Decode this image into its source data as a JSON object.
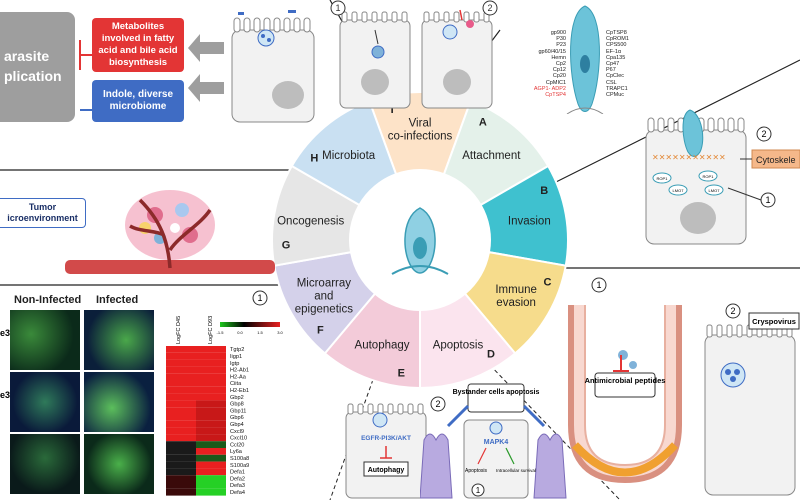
{
  "wheel": {
    "segments": [
      {
        "letter": "I",
        "label": "Viral co-infections",
        "color": "#fde3c8"
      },
      {
        "letter": "A",
        "label": "Attachment",
        "color": "#e4f1ea"
      },
      {
        "letter": "B",
        "label": "Invasion",
        "color": "#3fc1cf"
      },
      {
        "letter": "C",
        "label": "Immune evasion",
        "color": "#f6dc8c"
      },
      {
        "letter": "D",
        "label": "Apoptosis",
        "color": "#fbe4ee"
      },
      {
        "letter": "E",
        "label": "Autophagy",
        "color": "#f3cbd9"
      },
      {
        "letter": "F",
        "label": "Microarray and epigenetics",
        "color": "#d4d1ea"
      },
      {
        "letter": "G",
        "label": "Oncogenesis",
        "color": "#e6e6e6"
      },
      {
        "letter": "H",
        "label": "Microbiota",
        "color": "#c9e0f2"
      }
    ],
    "ring_colors": {
      "outline": "#ffffff",
      "center": "#ffffff"
    }
  },
  "parasite_box": {
    "text": "arasite\nplication",
    "color": "#9e9e9e"
  },
  "metabolites_box": {
    "text": "Metabolites involved in fatty acid and bile acid biosynthesis",
    "color": "#e33535"
  },
  "indole_box": {
    "text": "Indole, diverse microbiome",
    "color": "#3f6cc4"
  },
  "tumor_label": {
    "text": "Tumor\nicroenvironment"
  },
  "attachment_panel": {
    "left_proteins": [
      "gp900",
      "P30",
      "P23",
      "gp60/40/15",
      "Hemn",
      "Cp2",
      "Cp12",
      "Cp20",
      "CpMIC1"
    ],
    "left_red": "AGP1- ADP2",
    "left_red2": "CpTSP4",
    "right_proteins": [
      "CpTSP8",
      "CpROM1",
      "CPS500",
      "EF-1α",
      "Cpa135",
      "Cp47",
      "P67",
      "CpClec",
      "CSL",
      "TRAPC1",
      "CPMuc"
    ]
  },
  "invasion_panel": {
    "cytoskeleton": "Cytoskele",
    "labels": [
      "ROP1",
      "LMO7",
      "ROP1",
      "LMO7"
    ],
    "badges": [
      "2",
      "1"
    ]
  },
  "microarray_panel": {
    "header_noninfected": "Non-Infected",
    "header_infected": "Infected",
    "row_labels": [
      "e3",
      "e3"
    ],
    "heat_cols": [
      "LogFC D45",
      "LogFC D93"
    ],
    "scale": [
      "-1.5",
      "0.0",
      "1.5",
      "3.0"
    ],
    "genes": [
      "Tgtp2",
      "Iigp1",
      "Igtp",
      "H2-Ab1",
      "H2-Aa",
      "Ciita",
      "H2-Eb1",
      "Gbp2",
      "Gbp8",
      "Gbp11",
      "Gbp6",
      "Gbp4",
      "Cxcl9",
      "Cxcl10",
      "Ccl20",
      "Ly6a",
      "S100a8",
      "S100a9",
      "Defa1",
      "Defa2",
      "Defa3",
      "Defa4"
    ],
    "badge": "1"
  },
  "immune_panel": {
    "antimicrobial": "Antimicrobial peptides",
    "cryspovirus": "Cryspovirus",
    "badges": [
      "1",
      "2"
    ]
  },
  "autophagy_panel": {
    "pathway": "EGFR-PI3K/AKT",
    "result": "Autophagy"
  },
  "apoptosis_panel": {
    "bystander": "Bystander cells apoptosis",
    "mapk": "MAPK4",
    "apoptosis": "Apoptosis",
    "survival": "Intracellular survival",
    "badges": [
      "2",
      "1"
    ]
  },
  "viral_panel": {
    "badges": [
      "1",
      "2"
    ]
  }
}
